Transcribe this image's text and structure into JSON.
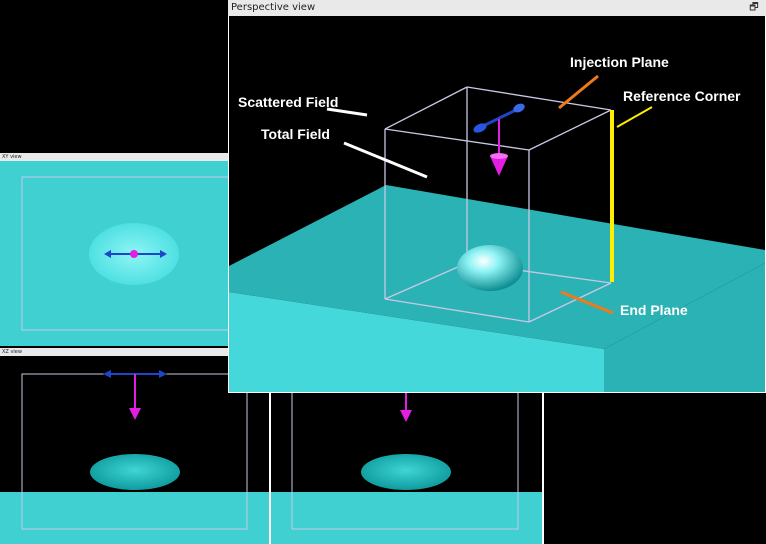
{
  "windows": {
    "xy_view": {
      "title": "XY view"
    },
    "xz_view": {
      "title": "XZ view"
    },
    "perspective_view": {
      "title": "Perspective view",
      "restore_icon": "restore-window-icon"
    }
  },
  "annotations": {
    "injection_plane": "Injection Plane",
    "reference_corner": "Reference Corner",
    "scattered_field": "Scattered Field",
    "total_field": "Total Field",
    "end_plane": "End Plane"
  },
  "colors": {
    "substrate": "#40cfd1",
    "substrate_dark": "#2ab2b4",
    "box_outline": "#c8c8e6",
    "arrow_magenta": "#e31ee3",
    "arrow_blue": "#1e46c8",
    "injection_marker": "#f07a1a",
    "reference_marker": "#ffee00",
    "background": "#000000"
  }
}
